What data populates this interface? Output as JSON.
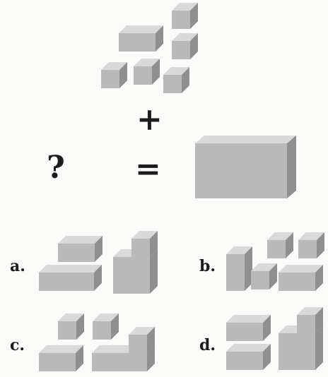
{
  "puzzle": {
    "plus_symbol": "+",
    "question_symbol": "?",
    "equals_symbol": "=",
    "options": [
      {
        "label": "a."
      },
      {
        "label": "b."
      },
      {
        "label": "c."
      },
      {
        "label": "d."
      }
    ]
  }
}
